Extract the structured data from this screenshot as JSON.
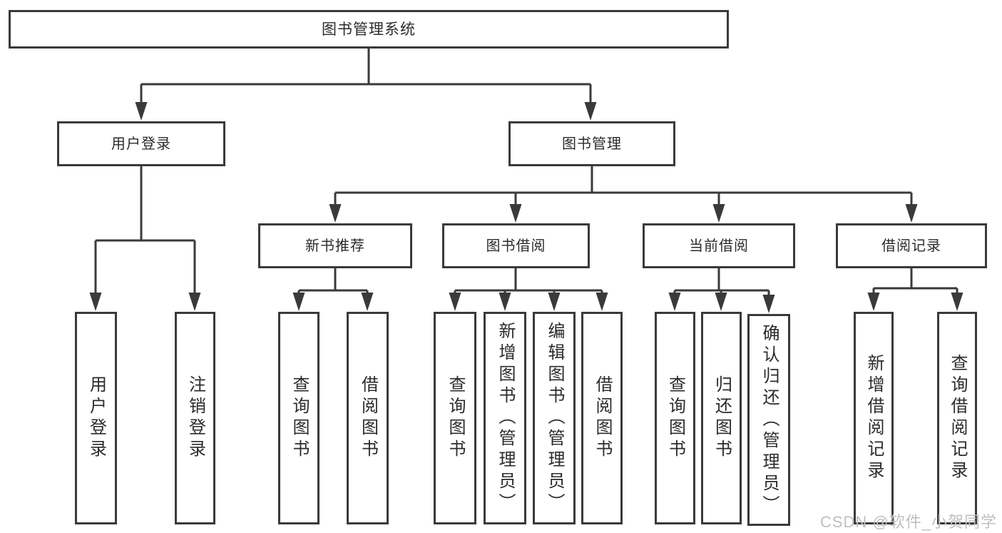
{
  "watermark": "CSDN @软件_小贺同学",
  "colors": {
    "line": "#3a3a3a",
    "box_border": "#3a3a3a",
    "text": "#2b2b2b",
    "watermark": "#bfbfbf",
    "background": "#ffffff"
  },
  "tree": {
    "root": {
      "label": "图书管理系统"
    },
    "branches": [
      {
        "label": "用户登录",
        "children": [
          {
            "label": "用户登录"
          },
          {
            "label": "注销登录"
          }
        ]
      },
      {
        "label": "图书管理",
        "children": [
          {
            "label": "新书推荐",
            "children": [
              {
                "label": "查询图书"
              },
              {
                "label": "借阅图书"
              }
            ]
          },
          {
            "label": "图书借阅",
            "children": [
              {
                "label": "查询图书"
              },
              {
                "label": "新增图书（管理员）"
              },
              {
                "label": "编辑图书（管理员）"
              },
              {
                "label": "借阅图书"
              }
            ]
          },
          {
            "label": "当前借阅",
            "children": [
              {
                "label": "查询图书"
              },
              {
                "label": "归还图书"
              },
              {
                "label": "确认归还（管理员）"
              }
            ]
          },
          {
            "label": "借阅记录",
            "children": [
              {
                "label": "新增借阅记录"
              },
              {
                "label": "查询借阅记录"
              }
            ]
          }
        ]
      }
    ]
  }
}
